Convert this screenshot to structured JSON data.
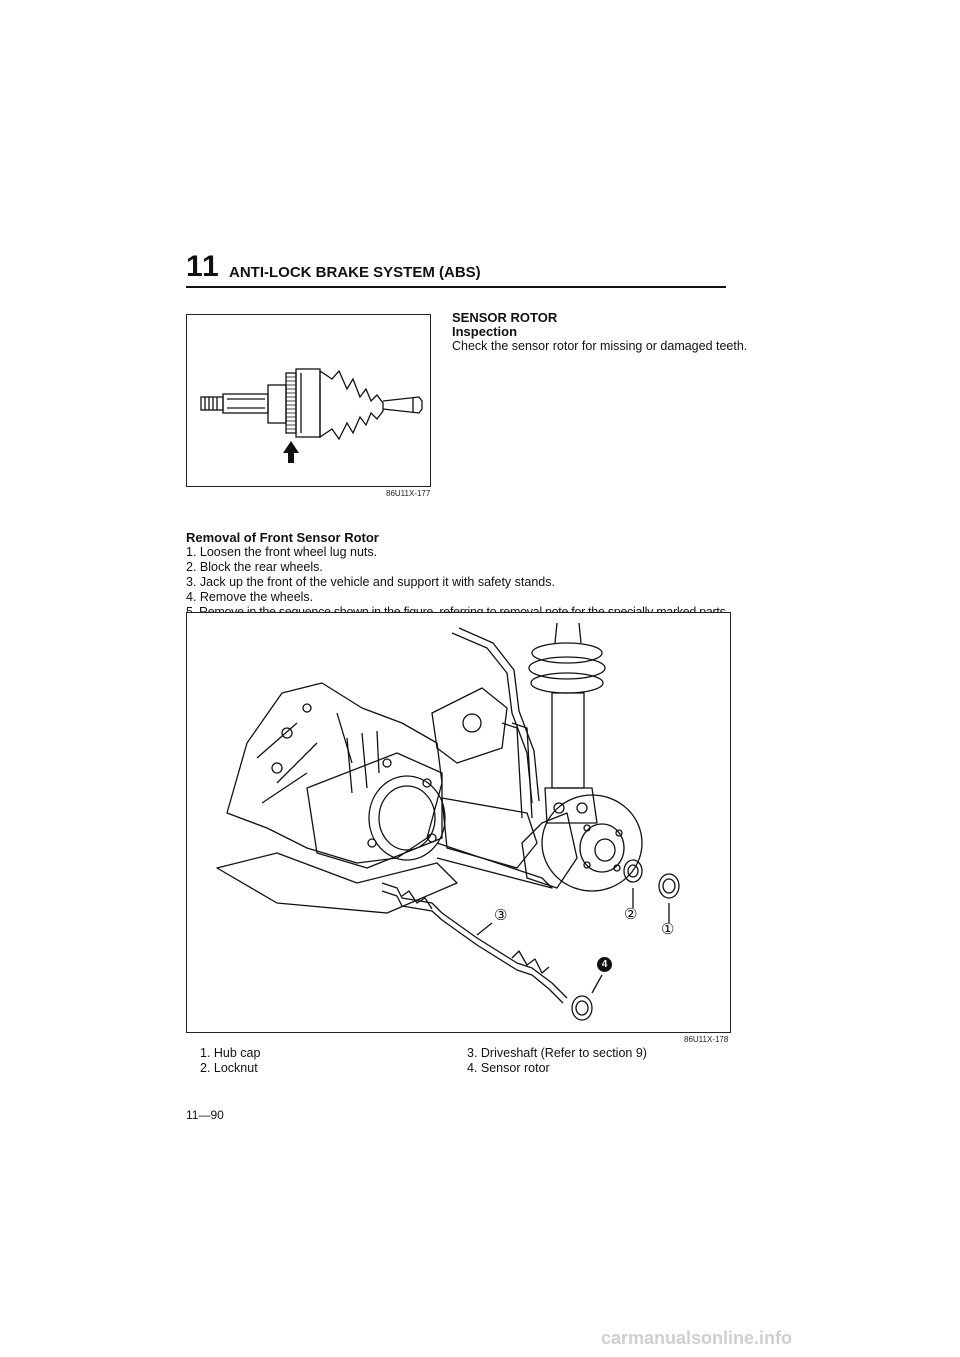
{
  "header": {
    "section_number": "11",
    "title": "ANTI-LOCK BRAKE SYSTEM (ABS)"
  },
  "sensor_rotor": {
    "heading": "SENSOR ROTOR",
    "subheading": "Inspection",
    "text": "Check the sensor rotor for missing or damaged teeth.",
    "figure_code": "86U11X-177"
  },
  "removal": {
    "heading": "Removal of Front Sensor Rotor",
    "steps": [
      "1. Loosen the front wheel lug nuts.",
      "2. Block the rear wheels.",
      "3. Jack up the front of the vehicle and support it with safety stands.",
      "4. Remove the wheels.",
      "5. Remove in the sequence shown in the figure, referring to removal note for the specially marked parts."
    ],
    "figure_code": "86U11X-178",
    "callouts": [
      "①",
      "②",
      "③",
      "4"
    ]
  },
  "legend": {
    "left": [
      "1. Hub cap",
      "2. Locknut"
    ],
    "right": [
      "3. Driveshaft (Refer to section 9)",
      "4. Sensor rotor"
    ]
  },
  "page_number": "11—90",
  "watermark": "carmanualsonline.info"
}
